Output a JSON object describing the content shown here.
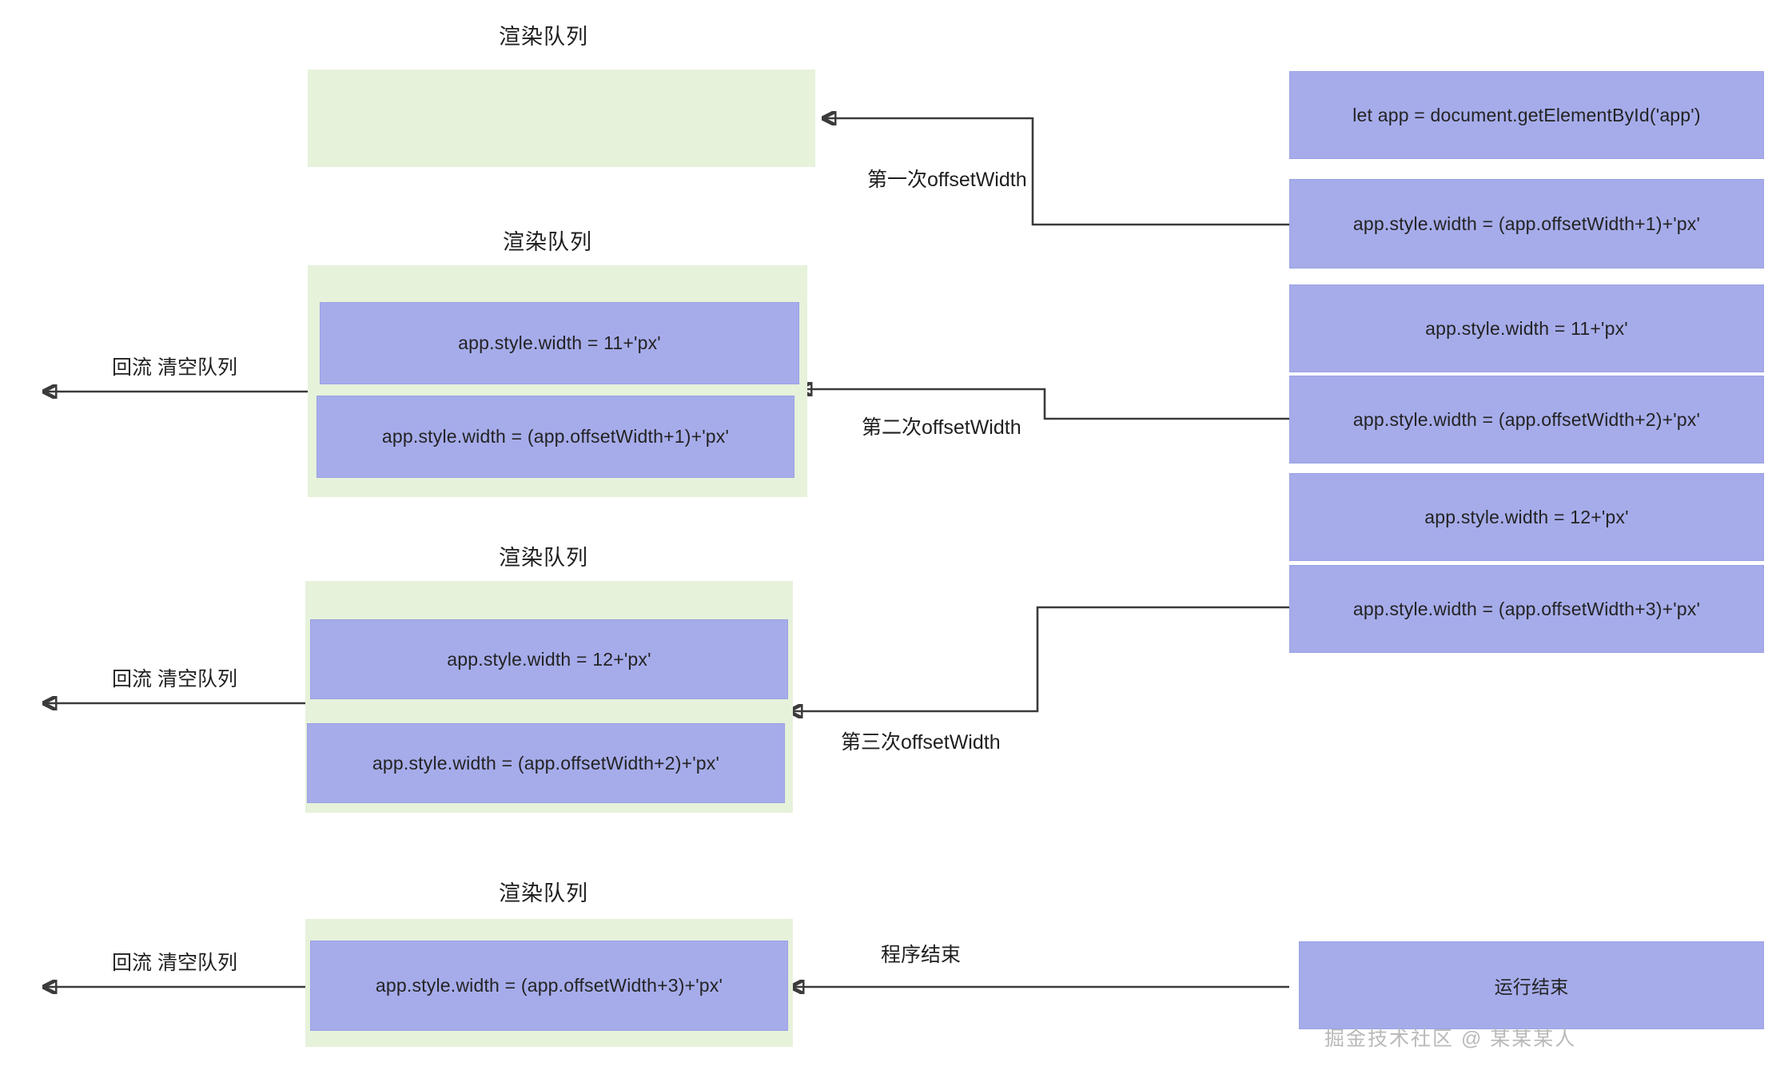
{
  "diagram": {
    "title_text": "渲染队列",
    "colors": {
      "queue_fill": "#e6f2da",
      "code_fill": "#a6acea",
      "connector": "#3b3b3b",
      "text": "#1f1f1f",
      "watermark": "#b9b9b9"
    },
    "stages": [
      {
        "id": "stage-1",
        "title": "渲染队列",
        "queue_items": [],
        "reflow_label": null
      },
      {
        "id": "stage-2",
        "title": "渲染队列",
        "queue_items": [
          "app.style.width = 11+'px'",
          "app.style.width = (app.offsetWidth+1)+'px'"
        ],
        "reflow_label": "回流 清空队列"
      },
      {
        "id": "stage-3",
        "title": "渲染队列",
        "queue_items": [
          "app.style.width = 12+'px'",
          "app.style.width = (app.offsetWidth+2)+'px'"
        ],
        "reflow_label": "回流 清空队列"
      },
      {
        "id": "stage-4",
        "title": "渲染队列",
        "queue_items": [
          "app.style.width = (app.offsetWidth+3)+'px'"
        ],
        "reflow_label": "回流 清空队列"
      }
    ],
    "code_statements": [
      "let app = document.getElementById('app')",
      "app.style.width = (app.offsetWidth+1)+'px'",
      "app.style.width = 11+'px'",
      "app.style.width = (app.offsetWidth+2)+'px'",
      "app.style.width = 12+'px'",
      "app.style.width = (app.offsetWidth+3)+'px'",
      "运行结束"
    ],
    "connector_labels": [
      "第一次offsetWidth",
      "第二次offsetWidth",
      "第三次offsetWidth",
      "程序结束"
    ],
    "watermark": "掘金技术社区 @ 某某某人"
  }
}
